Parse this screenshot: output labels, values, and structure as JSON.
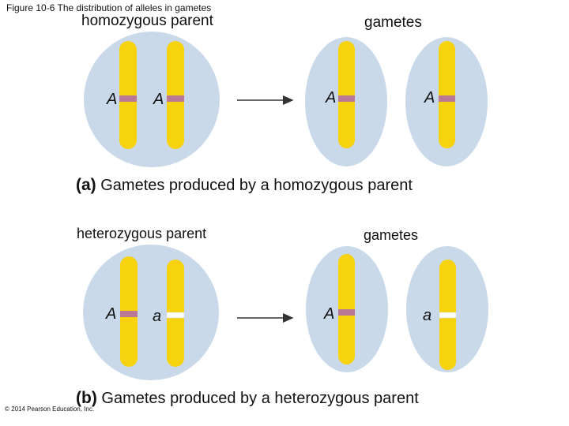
{
  "figure_title": "Figure 10-6 The distribution of alleles in gametes",
  "panel_a": {
    "parent_label": "homozygous parent",
    "gametes_label": "gametes",
    "caption_tag": "(a)",
    "caption_text": "Gametes produced by a homozygous parent",
    "parent_alleles": [
      "A",
      "A"
    ],
    "gamete_alleles": [
      "A",
      "A"
    ]
  },
  "panel_b": {
    "parent_label": "heterozygous parent",
    "gametes_label": "gametes",
    "caption_tag": "(b)",
    "caption_text": "Gametes produced by a heterozygous parent",
    "parent_alleles": [
      "A",
      "a"
    ],
    "gamete_alleles": [
      "A",
      "a"
    ]
  },
  "copyright": "© 2014 Pearson Education, Inc.",
  "colors": {
    "cell": "#c9d9ea",
    "chromosome": "#f7d20e",
    "allele_dominant_band": "#b97895",
    "allele_recessive_band": "#ffffff",
    "arrow": "#333333"
  }
}
